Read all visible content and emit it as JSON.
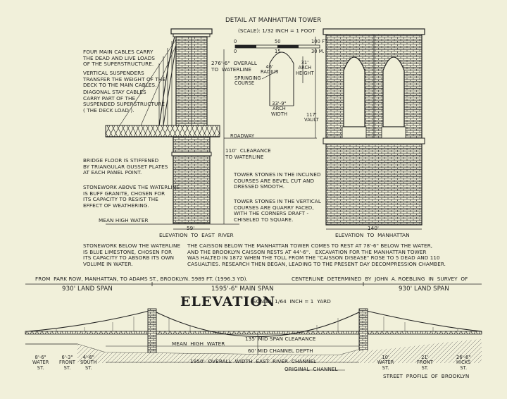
{
  "detail": {
    "title": "DETAIL AT MANHATTAN TOWER",
    "scale_label": "(SCALE): 1/32 INCH = 1 FOOT",
    "scale_ticks": [
      "0",
      "50",
      "100 FT."
    ],
    "scale_ticks_m": [
      "0",
      "15",
      "30 M."
    ]
  },
  "notes_left": {
    "cables": "FOUR MAIN CABLES CARRY\nTHE DEAD AND LIVE LOADS\nOF THE SUPERSTRUCTURE.",
    "suspenders": "VERTICAL SUSPENDERS\nTRANSFER THE WEIGHT OF THE\nDECK TO THE MAIN CABLES.",
    "stays": "DIAGONAL STAY CABLES\nCARRY PART OF THE\nSUSPENDED SUPERSTRUCTURE\n( THE DECK LOAD ).",
    "floor": "BRIDGE FLOOR IS STIFFENED\nBY TRIANGULAR GUSSET PLATES\nAT EACH PANEL POINT.",
    "stonework_above": "STONEWORK ABOVE THE WATERLINE\nIS BUFF GRANITE, CHOSEN FOR\nITS CAPACITY TO RESIST THE\nEFFECT OF WEATHERING.",
    "mean_high_water": "MEAN HIGH WATER",
    "stonework_below": "STONEWORK BELOW THE WATERLINE\nIS BLUE LIMESTONE, CHOSEN FOR\nITS CAPACITY TO ABSORB ITS OWN\nVOLUME IN WATER."
  },
  "notes_center": {
    "overall": "276'-6\"  OVERALL\nTO  WATERLINE",
    "springing": "SPRINGING\nCOURSE",
    "radius": "46'\nRADIUS",
    "arch_height": "31'\nARCH\nHEIGHT",
    "arch_width": "33'-9\"\nARCH\nWIDTH",
    "vault": "117'\nVAULT",
    "roadway": "ROADWAY",
    "clearance": "110'  CLEARANCE\nTO WATERLINE",
    "inclined": "TOWER STONES IN THE INCLINED\nCOURSES ARE BEVEL CUT AND\nDRESSED SMOOTH.",
    "vertical": "TOWER STONES IN THE VERTICAL\nCOURSES ARE QUARRY FACED,\nWITH THE CORNERS DRAFT -\nCHISELED TO SQUARE.",
    "dim_59": "59'",
    "dim_140": "140'",
    "elev_east": "ELEVATION  TO  EAST  RIVER",
    "elev_manhattan": "ELEVATION  TO  MANHATTAN",
    "caisson": "THE CAISSON BELOW THE MANHATTAN TOWER COMES TO REST AT 78'-6\" BELOW THE WATER,\nAND THE BROOKLYN CAISSON RESTS AT 44'-6\".   EXCAVATION FOR THE MANHATTAN TOWER\nWAS HALTED IN 1872 WHEN THE TOLL FROM THE \"CAISSON DISEASE\" ROSE TO 5 DEAD AND 110\nCASUALTIES. RESEARCH THEN BEGAN, LEADING TO THE PRESENT DAY DECOMPRESSION CHAMBER."
  },
  "elevation": {
    "from_text": "FROM  PARK ROW, MANHATTAN, TO ADAMS ST., BROOKLYN. 5989 FT. (1996.3 YD).",
    "centerline": "CENTERLINE  DETERMINED  BY  JOHN  A. ROEBLING  IN  SURVEY  OF",
    "land_span_left": "930' LAND SPAN",
    "main_span": "1595'-6\" MAIN SPAN",
    "land_span_right": "930' LAND SPAN",
    "title": "ELEVATION",
    "scale": "(SCALE): 1/64  INCH = 1  YARD",
    "mid_clearance": "135' MID SPAN CLEARANCE",
    "mean_high_water": "MEAN  HIGH  WATER",
    "channel_depth": "60' MID CHANNEL DEPTH",
    "overall_width": "1950'  OVERALL  WIDTH  EAST  RIVER  CHANNEL",
    "original_channel": "ORIGINAL  CHANNEL",
    "water_st": "8'-6\"\nWATER\nST.",
    "front_st": "6'-3\"\nFRONT\nST.",
    "south_st": "4'-6\"\nSOUTH\nST.",
    "water_st_bk": "10'\nWATER\nST.",
    "front_st_bk": "21'\nFRONT\nST.",
    "hicks_st": "26'-6\"\nHICKS\nST.",
    "street_profile": "STREET  PROFILE  OF  BROOKLYN"
  }
}
